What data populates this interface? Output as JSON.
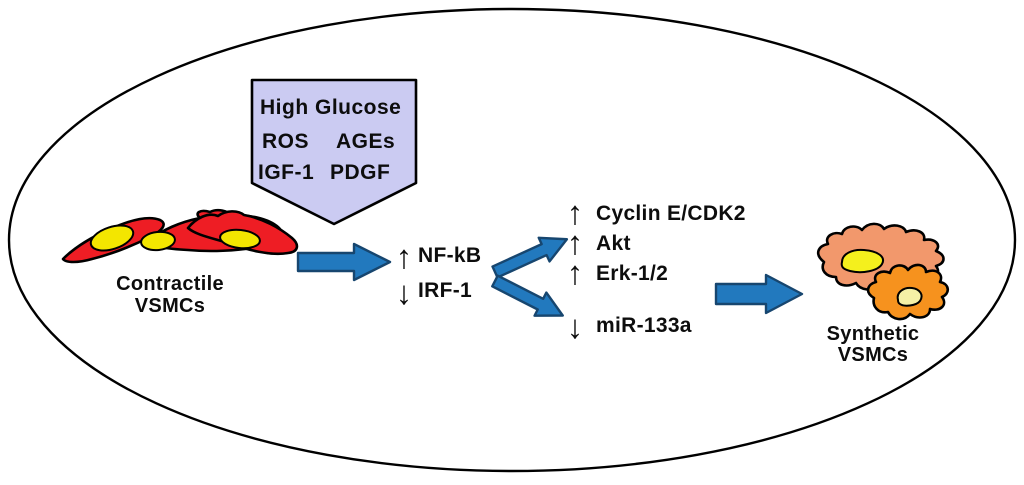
{
  "colors": {
    "background": "#ffffff",
    "outline": "#000000",
    "arrow_blue": "#2279be",
    "arrow_blue_outline": "#17466f",
    "banner_fill": "#cbcbf2",
    "contractile_cell_red": "#ee1d24",
    "nucleus_yellow": "#f3e600",
    "synthetic_cell_salmon": "#f2986c",
    "synthetic_cell_orange": "#f6921e",
    "synthetic_nucleus_yellow": "#f4f01d",
    "synthetic_nucleus_pale": "#f5f0a6",
    "text": "#0d0d0d"
  },
  "stimulus": {
    "line1": "High Glucose",
    "line2_left": "ROS",
    "line2_right": "AGEs",
    "line3_left": "IGF-1",
    "line3_right": "PDGF"
  },
  "contractile": {
    "label_line1": "Contractile",
    "label_line2": "VSMCs"
  },
  "synthetic": {
    "label_line1": "Synthetic",
    "label_line2": "VSMCs"
  },
  "mediators": [
    {
      "arrow": "↑",
      "direction": "up",
      "label": "NF-kB"
    },
    {
      "arrow": "↓",
      "direction": "down",
      "label": "IRF-1"
    }
  ],
  "effectors": [
    {
      "arrow": "↑",
      "direction": "up",
      "label": "Cyclin E/CDK2"
    },
    {
      "arrow": "↑",
      "direction": "up",
      "label": "Akt"
    },
    {
      "arrow": "↑",
      "direction": "up",
      "label": "Erk-1/2"
    },
    {
      "arrow": "↓",
      "direction": "down",
      "label": "miR-133a"
    }
  ]
}
